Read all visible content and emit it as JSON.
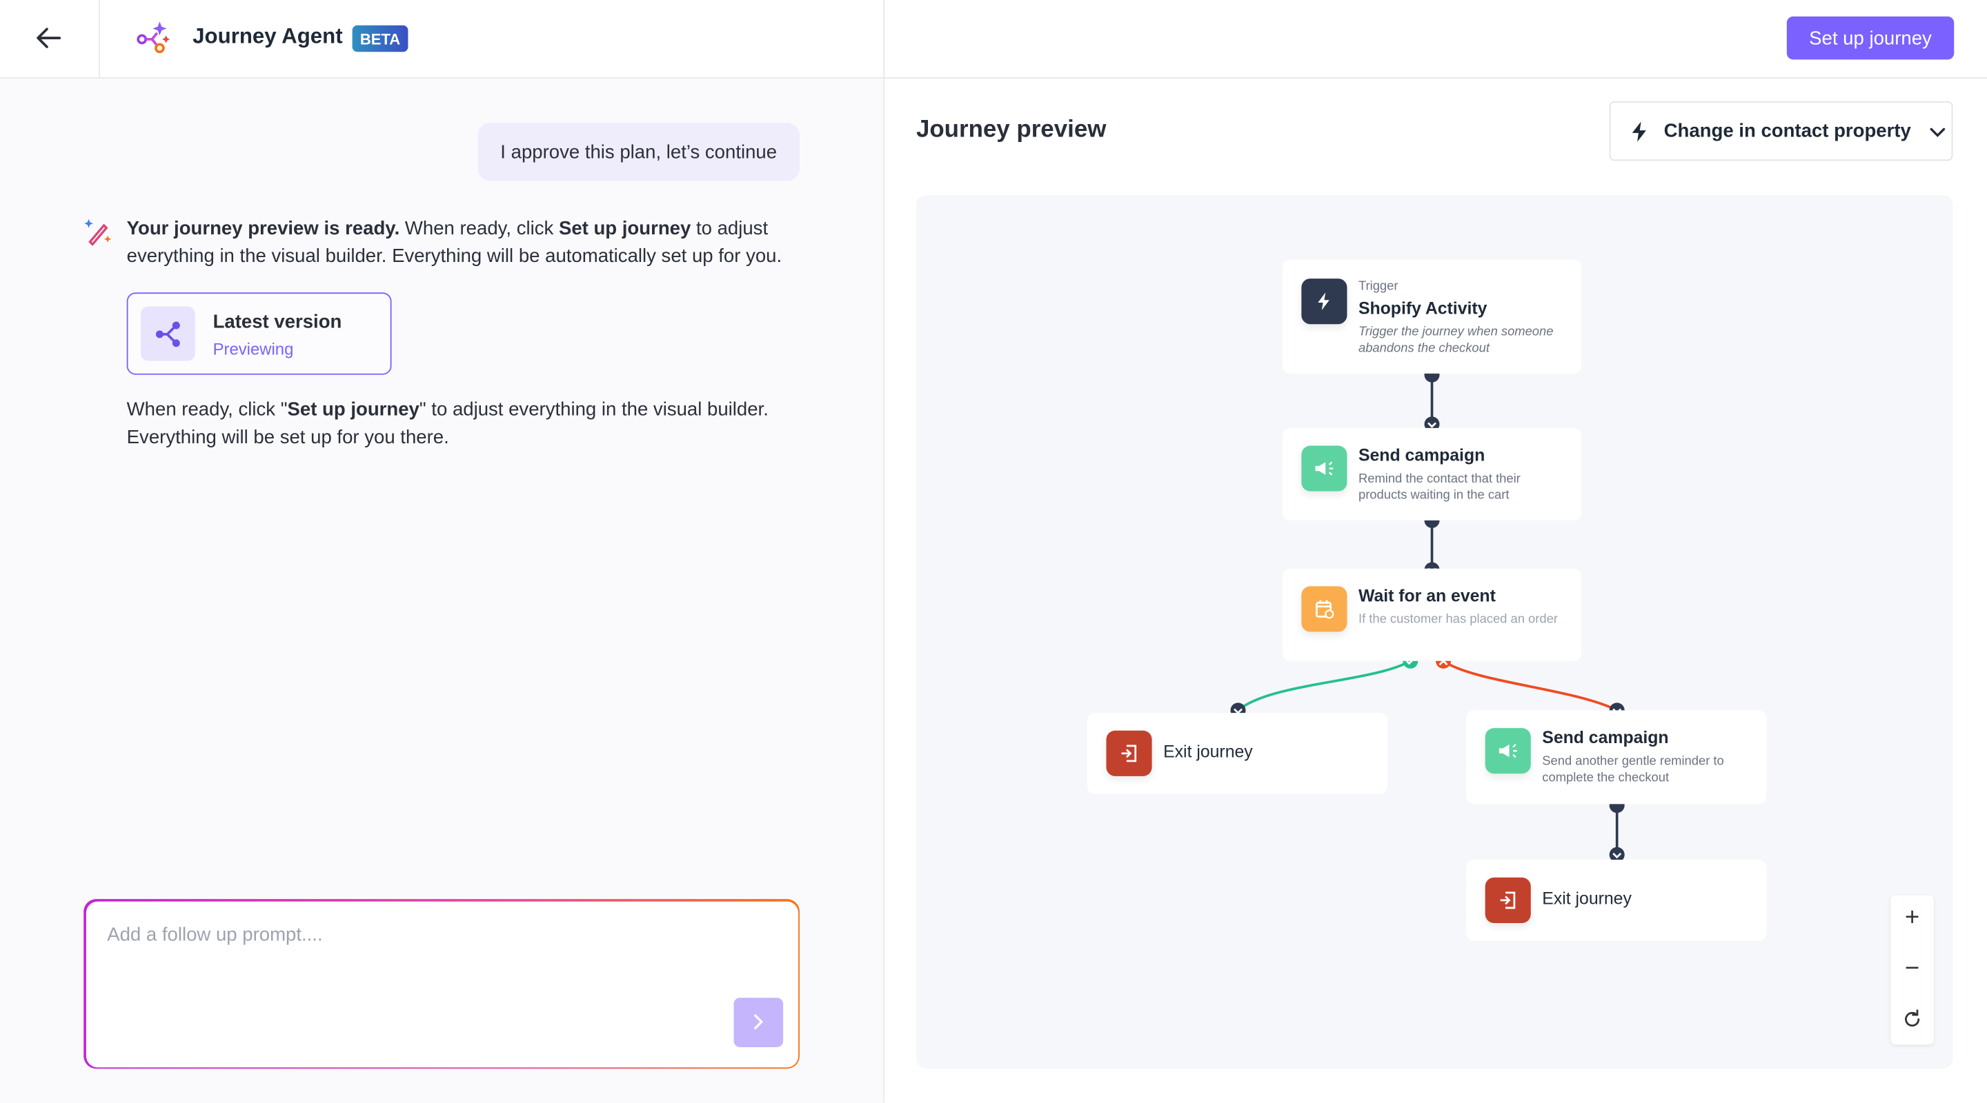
{
  "header": {
    "title": "Journey Agent",
    "badge": "BETA",
    "setup_button": "Set up journey"
  },
  "chat": {
    "user_message": "I approve this plan, let’s continue",
    "ai_message": {
      "bold1": "Your journey preview is ready.",
      "text1": " When ready, click ",
      "bold2": "Set up journey",
      "text2": " to adjust everything in the visual builder. Everything will be automatically set up for you."
    },
    "version_card": {
      "title": "Latest version",
      "status": "Previewing"
    },
    "followup": {
      "text1": "When ready, click \"",
      "bold": "Set up journey",
      "text2": "\" to adjust everything in the visual builder. Everything will be set up for you there."
    },
    "input_placeholder": "Add a follow up prompt...."
  },
  "preview": {
    "title": "Journey preview",
    "trigger_select": "Change in contact property",
    "nodes": [
      {
        "label": "Trigger",
        "title": "Shopify Activity",
        "desc": "Trigger the journey when someone abandons the checkout",
        "icon": "lightning-icon",
        "color": "#2f3a50"
      },
      {
        "title": "Send campaign",
        "desc": "Remind the contact that their products waiting in the cart",
        "icon": "megaphone-icon",
        "color": "#5dd3a1"
      },
      {
        "title": "Wait for an event",
        "desc": "If the customer has placed an order",
        "icon": "calendar-clock-icon",
        "color": "#fbad4d"
      },
      {
        "title": "Exit journey",
        "icon": "exit-icon",
        "color": "#c2412d"
      },
      {
        "title": "Send campaign",
        "desc": "Send another gentle reminder to complete the checkout",
        "icon": "megaphone-icon",
        "color": "#5dd3a1"
      },
      {
        "title": "Exit journey",
        "icon": "exit-icon",
        "color": "#c2412d"
      }
    ],
    "branch_colors": {
      "yes": "#22c08a",
      "no": "#f04a23"
    },
    "zoom": {
      "in": "+",
      "out": "−"
    }
  }
}
